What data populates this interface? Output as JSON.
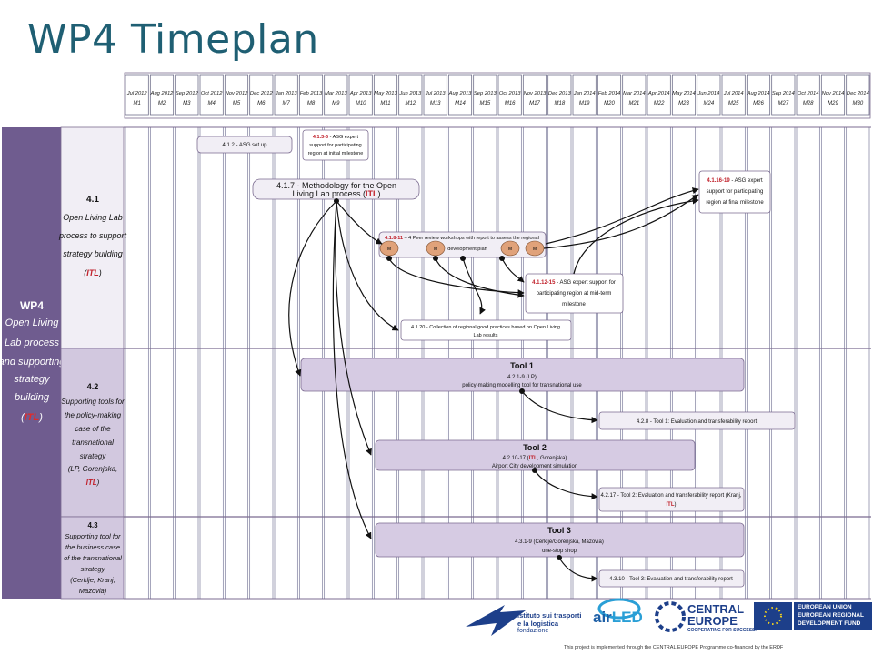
{
  "title": "WP4 Timeplan",
  "months": [
    {
      "date": "Jul 2012",
      "m": "M1"
    },
    {
      "date": "Aug 2012",
      "m": "M2"
    },
    {
      "date": "Sep 2012",
      "m": "M3"
    },
    {
      "date": "Oct 2012",
      "m": "M4"
    },
    {
      "date": "Nov 2012",
      "m": "M5"
    },
    {
      "date": "Dec 2012",
      "m": "M6"
    },
    {
      "date": "Jan 2013",
      "m": "M7"
    },
    {
      "date": "Feb 2013",
      "m": "M8"
    },
    {
      "date": "Mar 2013",
      "m": "M9"
    },
    {
      "date": "Apr 2013",
      "m": "M10"
    },
    {
      "date": "May 2013",
      "m": "M11"
    },
    {
      "date": "Jun 2013",
      "m": "M12"
    },
    {
      "date": "Jul 2013",
      "m": "M13"
    },
    {
      "date": "Aug 2013",
      "m": "M14"
    },
    {
      "date": "Sep 2013",
      "m": "M15"
    },
    {
      "date": "Oct 2013",
      "m": "M16"
    },
    {
      "date": "Nov 2013",
      "m": "M17"
    },
    {
      "date": "Dec 2013",
      "m": "M18"
    },
    {
      "date": "Jan 2014",
      "m": "M19"
    },
    {
      "date": "Feb 2014",
      "m": "M20"
    },
    {
      "date": "Mar 2014",
      "m": "M21"
    },
    {
      "date": "Apr 2014",
      "m": "M22"
    },
    {
      "date": "May 2014",
      "m": "M23"
    },
    {
      "date": "Jun 2014",
      "m": "M24"
    },
    {
      "date": "Jul 2014",
      "m": "M25"
    },
    {
      "date": "Aug 2014",
      "m": "M26"
    },
    {
      "date": "Sep 2014",
      "m": "M27"
    },
    {
      "date": "Oct 2014",
      "m": "M28"
    },
    {
      "date": "Nov 2014",
      "m": "M29"
    },
    {
      "date": "Dec 2014",
      "m": "M30"
    }
  ],
  "wp": {
    "l1": "WP4",
    "l2": "Open Living",
    "l3": "Lab process",
    "l4": "and supporting",
    "l5": "strategy",
    "l6": "building",
    "lead_open": "(",
    "lead": "ITL",
    "lead_close": ")"
  },
  "sections": {
    "s41": {
      "num": "4.1",
      "l1": "Open Living Lab",
      "l2": "process to support",
      "l3": "strategy building",
      "lead_open": "(",
      "lead": "ITL",
      "lead_close": ")"
    },
    "s42": {
      "num": "4.2",
      "l1": "Supporting tools for",
      "l2": "the policy-making",
      "l3": "case of the",
      "l4": "transnational",
      "l5": "strategy",
      "l6": "(LP, Gorenjska,",
      "lead": "ITL",
      "lead_close": ")"
    },
    "s43": {
      "num": "4.3",
      "l1": "Supporting tool for",
      "l2": "the business case",
      "l3": "of the transnational",
      "l4": "strategy",
      "l5": "(Cerklje, Kranj,",
      "l6": "Mazovia)"
    }
  },
  "activities": {
    "a412": "4.1.2 - ASG set up",
    "a4136_code": "4.1.3-6",
    "a4136_l1": " - ASG expert",
    "a4136_l2": "support for participating",
    "a4136_l3": "region at initial milestone",
    "a417_l1": "4.1.7 - Methodology for the Open",
    "a417_l2": "Living Lab process (",
    "a417_lead": "ITL",
    "a417_close": ")",
    "a41619_code": "4.1.16-19",
    "a41619_l1": " - ASG expert",
    "a41619_l2": "support for participating",
    "a41619_l3": "region at final milestone",
    "a4181_code": "4.1.8-11",
    "a4181_l1": " – 4 Peer review workshops with report to assess the regional",
    "a4181_l2": "development plan",
    "m_label": "M",
    "a41215_code": "4.1.12-15",
    "a41215_l1": " - ASG expert support for",
    "a41215_l2": "participating region at mid-term",
    "a41215_l3": "milestone",
    "a4120_l1": "4.1.20 - Collection of regional good practices based on Open Living",
    "a4120_l2": "Lab results",
    "tool1_title": "Tool 1",
    "tool1_l1": "4.2.1-9 (LP)",
    "tool1_l2": "policy-making modelling tool for transnational use",
    "a428": "4.2.8 - Tool 1: Evaluation and transferability report",
    "tool2_title": "Tool 2",
    "tool2_l1a": "4.2.10-17 (",
    "tool2_lead": "ITL",
    "tool2_l1b": ", Gorenjska)",
    "tool2_l2": "Airport City development simulation",
    "a4217_l1": "4.2.17 - Tool 2: Evaluation and transferability report (Kranj,",
    "a4217_lead": "ITL",
    "a4217_close": ")",
    "tool3_title": "Tool 3",
    "tool3_l1": "4.3.1-9 (Cerklje/Gorenjska, Mazovia)",
    "tool3_l2": "one-stop shop",
    "a4310": "4.3.10 - Tool 3: Evaluation and transferability report"
  },
  "logos": {
    "istituto_l1": "istituto sui trasporti",
    "istituto_l2": "e la logistica",
    "istituto_l3": "fondazione",
    "airled_l1": "air",
    "airled_l2": "LED",
    "ce_l1": "CENTRAL",
    "ce_l2": "EUROPE",
    "ce_l3": "COOPERATING FOR SUCCESS.",
    "eu_l1": "EUROPEAN UNION",
    "eu_l2": "EUROPEAN REGIONAL",
    "eu_l3": "DEVELOPMENT FUND"
  },
  "footer": "This project is implemented through the CENTRAL EUROPE Programme co-financed by the ERDF"
}
